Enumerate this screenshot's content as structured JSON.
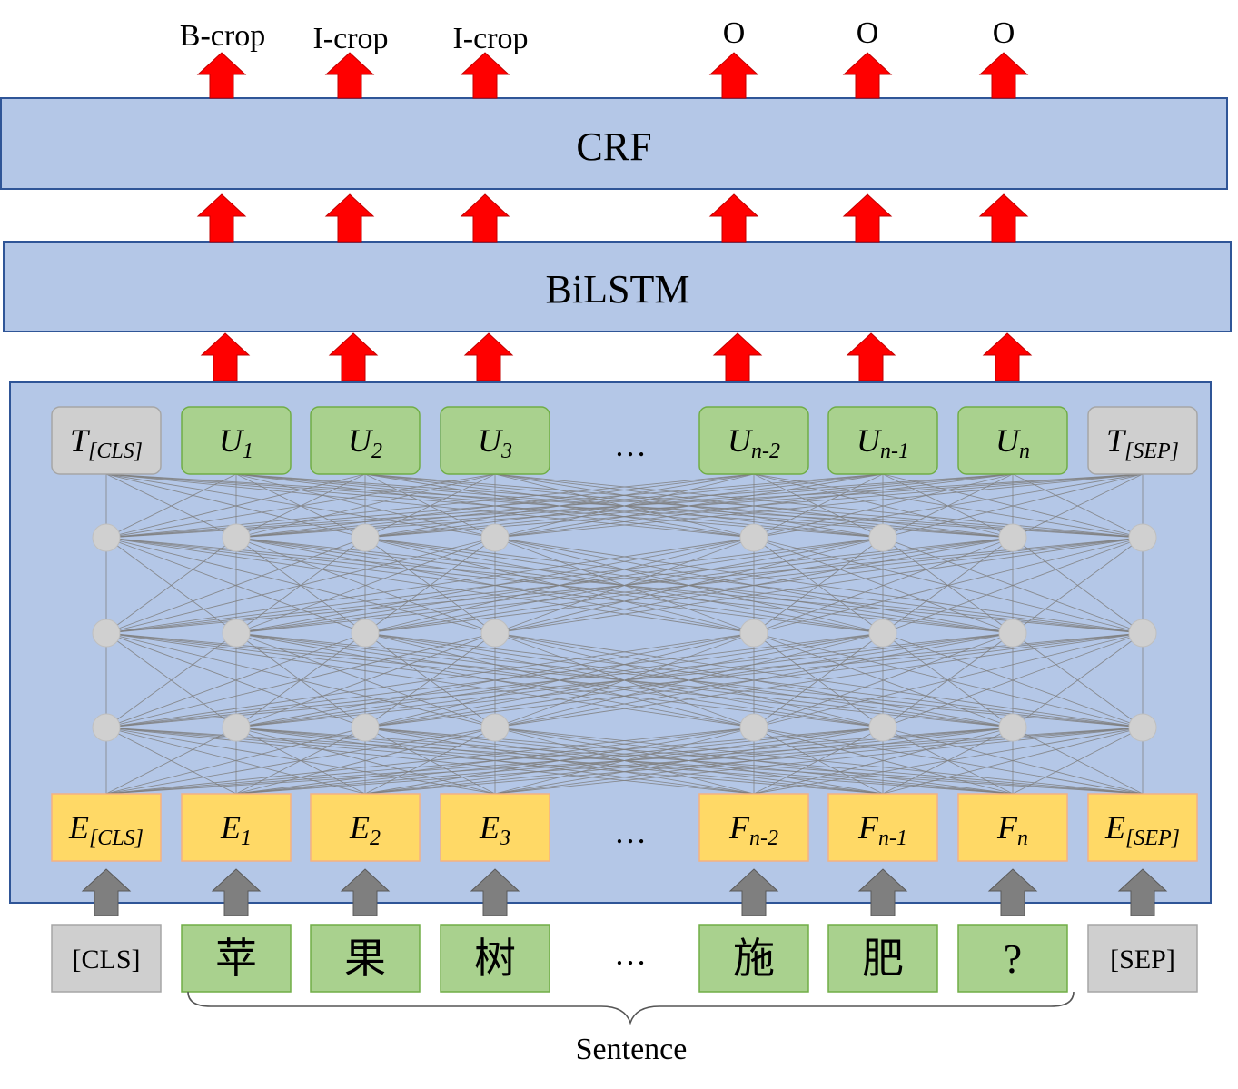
{
  "output_tags": [
    "B-crop",
    "I-crop",
    "I-crop",
    "O",
    "O",
    "O"
  ],
  "crf_label": "CRF",
  "bilstm_label": "BiLSTM",
  "top_tokens": [
    {
      "base": "T",
      "sub": "[CLS]",
      "kind": "special"
    },
    {
      "base": "U",
      "sub": "1",
      "kind": "token"
    },
    {
      "base": "U",
      "sub": "2",
      "kind": "token"
    },
    {
      "base": "U",
      "sub": "3",
      "kind": "token"
    },
    {
      "base": "U",
      "sub": "n-2",
      "kind": "token"
    },
    {
      "base": "U",
      "sub": "n-1",
      "kind": "token"
    },
    {
      "base": "U",
      "sub": "n",
      "kind": "token"
    },
    {
      "base": "T",
      "sub": "[SEP]",
      "kind": "special"
    }
  ],
  "embeddings": [
    {
      "base": "E",
      "sub": "[CLS]"
    },
    {
      "base": "E",
      "sub": "1"
    },
    {
      "base": "E",
      "sub": "2"
    },
    {
      "base": "E",
      "sub": "3"
    },
    {
      "base": "F",
      "sub": "n-2"
    },
    {
      "base": "F",
      "sub": "n-1"
    },
    {
      "base": "F",
      "sub": "n"
    },
    {
      "base": "E",
      "sub": "[SEP]"
    }
  ],
  "input_tokens": [
    {
      "text": "[CLS]",
      "kind": "special"
    },
    {
      "text": "苹",
      "kind": "token"
    },
    {
      "text": "果",
      "kind": "token"
    },
    {
      "text": "树",
      "kind": "token"
    },
    {
      "text": "施",
      "kind": "token"
    },
    {
      "text": "肥",
      "kind": "token"
    },
    {
      "text": "?",
      "kind": "token"
    },
    {
      "text": "[SEP]",
      "kind": "special"
    }
  ],
  "ellipsis": "…",
  "sentence_label": "Sentence",
  "colors": {
    "layer_fill": "#b4c7e7",
    "layer_border": "#2f5597",
    "token_green": "#a9d18e",
    "token_green_border": "#70ad47",
    "special_gray": "#cfcfcf",
    "special_gray_border": "#a6a6a6",
    "embed_yellow": "#ffd966",
    "embed_border": "#f4b183",
    "arrow_red": "#ff0000",
    "arrow_gray": "#7f7f7f",
    "node_gray": "#d0d0d0",
    "edge_gray": "#7f7f7f"
  }
}
